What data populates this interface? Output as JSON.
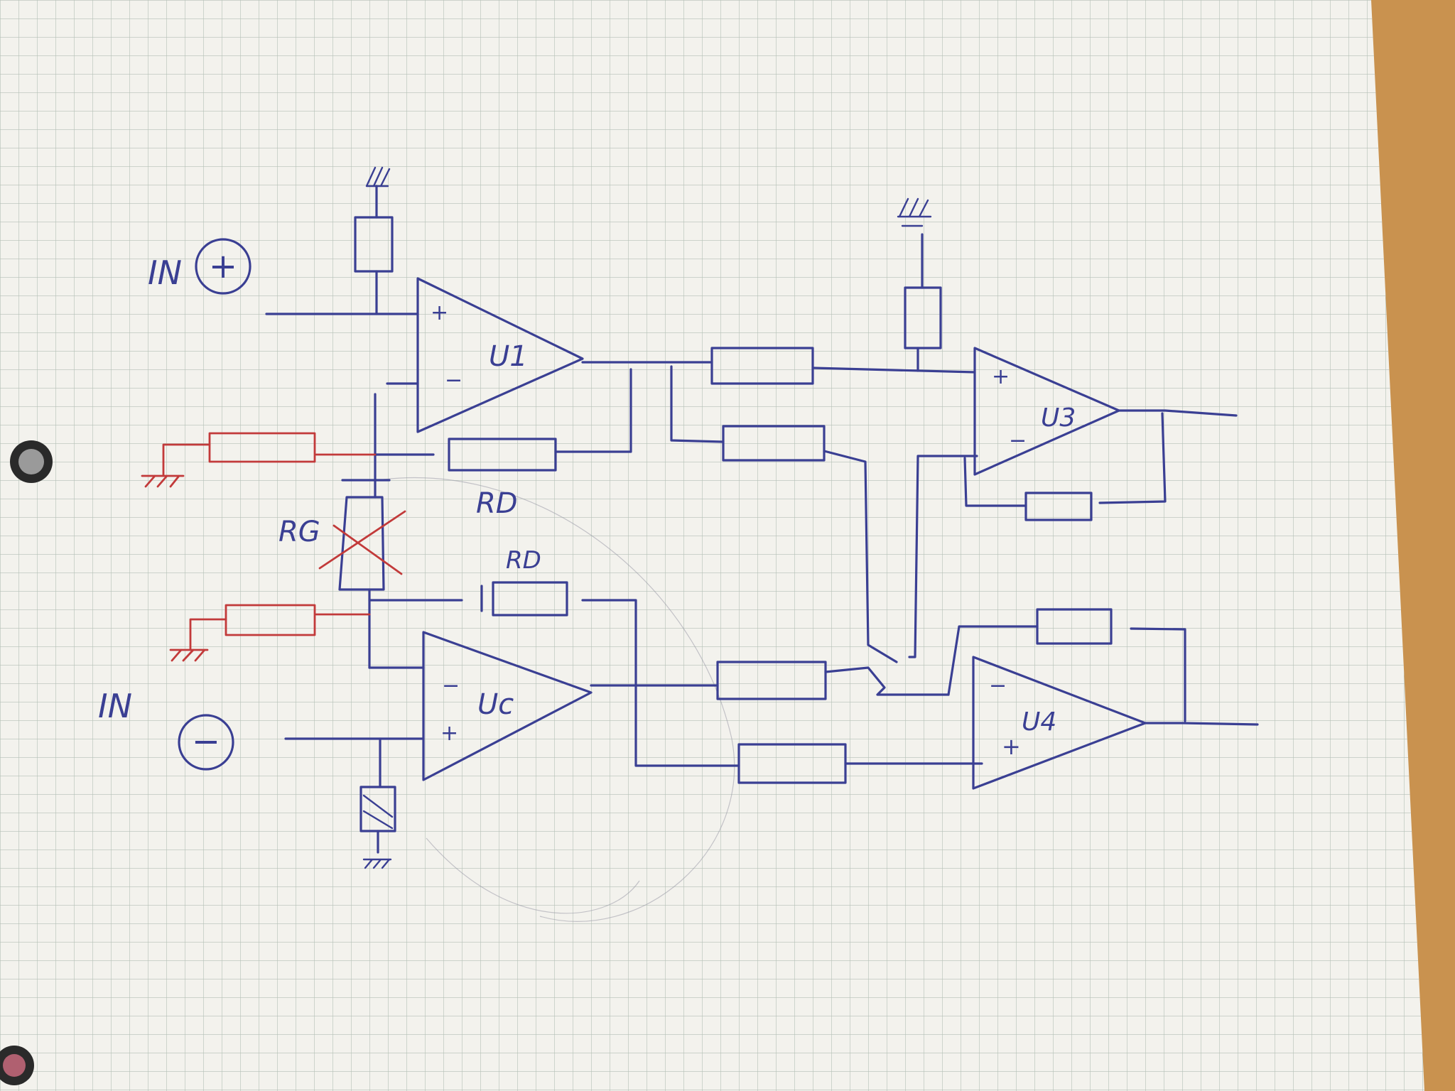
{
  "diagram": {
    "inputs": {
      "positive": {
        "prefix": "IN",
        "symbol": "+"
      },
      "negative": {
        "prefix": "IN",
        "symbol": "−"
      }
    },
    "opamps": {
      "u1": {
        "label": "U1",
        "plus": "+",
        "minus": "−"
      },
      "u2": {
        "label": "Uc",
        "plus": "+",
        "minus": "−"
      },
      "u3": {
        "label": "U3",
        "plus": "+",
        "minus": "−"
      },
      "u4": {
        "label": "U4",
        "plus": "+",
        "minus": "−"
      }
    },
    "resistor_labels": {
      "rd_top": "RD",
      "rd_bottom": "RD",
      "rg": "RG"
    },
    "colors": {
      "paper": "#f3f2ed",
      "grid": "#b4c0b6",
      "ink": "#3a3f93",
      "red_ink": "#c23a3a",
      "desk": "#c9924f"
    }
  }
}
